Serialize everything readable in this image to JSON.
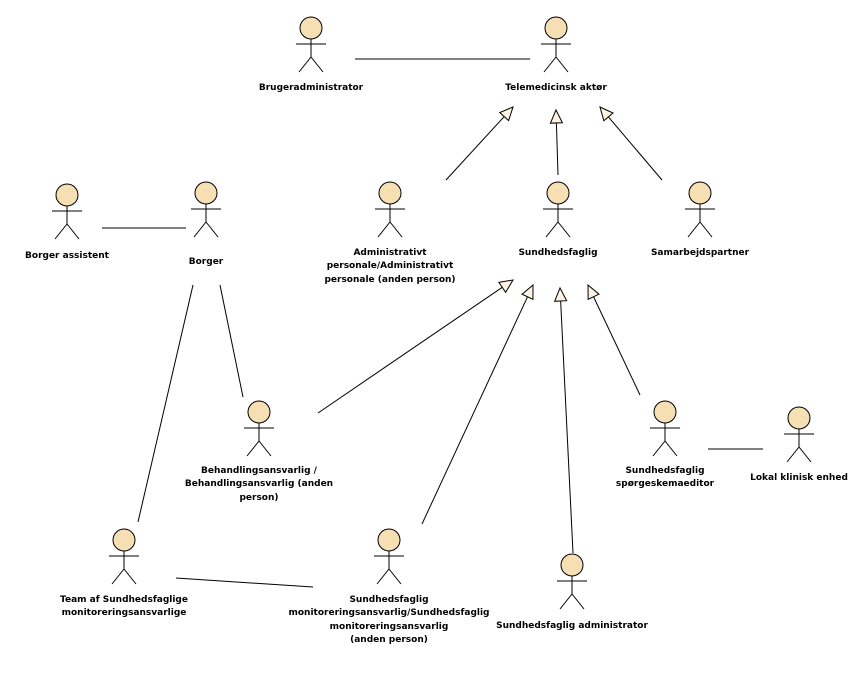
{
  "diagram": {
    "type": "uml-use-case-actors",
    "colors": {
      "actor_head_fill": "#f7dfb4",
      "arrow_fill": "#fdf3e3",
      "line": "#000000"
    },
    "actors": {
      "brugeradministrator": [
        "Brugeradministrator"
      ],
      "telemedicinsk": [
        "Telemedicinsk aktør"
      ],
      "borger_assistent": [
        "Borger assistent"
      ],
      "borger": [
        "Borger"
      ],
      "administrativt": [
        "Administrativt",
        "personale/Administrativt",
        "personale (anden person)"
      ],
      "sundhedsfaglig": [
        "Sundhedsfaglig"
      ],
      "samarbejdspartner": [
        "Samarbejdspartner"
      ],
      "behandlingsansvarlig": [
        "Behandlingsansvarlig /",
        "Behandlingsansvarlig (anden",
        "person)"
      ],
      "spoergeskemaeditor": [
        "Sundhedsfaglig",
        "spørgeskemaeditor"
      ],
      "lokal_klinisk": [
        "Lokal klinisk enhed"
      ],
      "team": [
        "Team af Sundhedsfaglige",
        "monitoreringsansvarlige"
      ],
      "monitorering": [
        "Sundhedsfaglig",
        "monitoreringsansvarlig/Sundhedsfaglig",
        "monitoreringsansvarlig",
        "(anden person)"
      ],
      "sf_administrator": [
        "Sundhedsfaglig administrator"
      ]
    }
  }
}
